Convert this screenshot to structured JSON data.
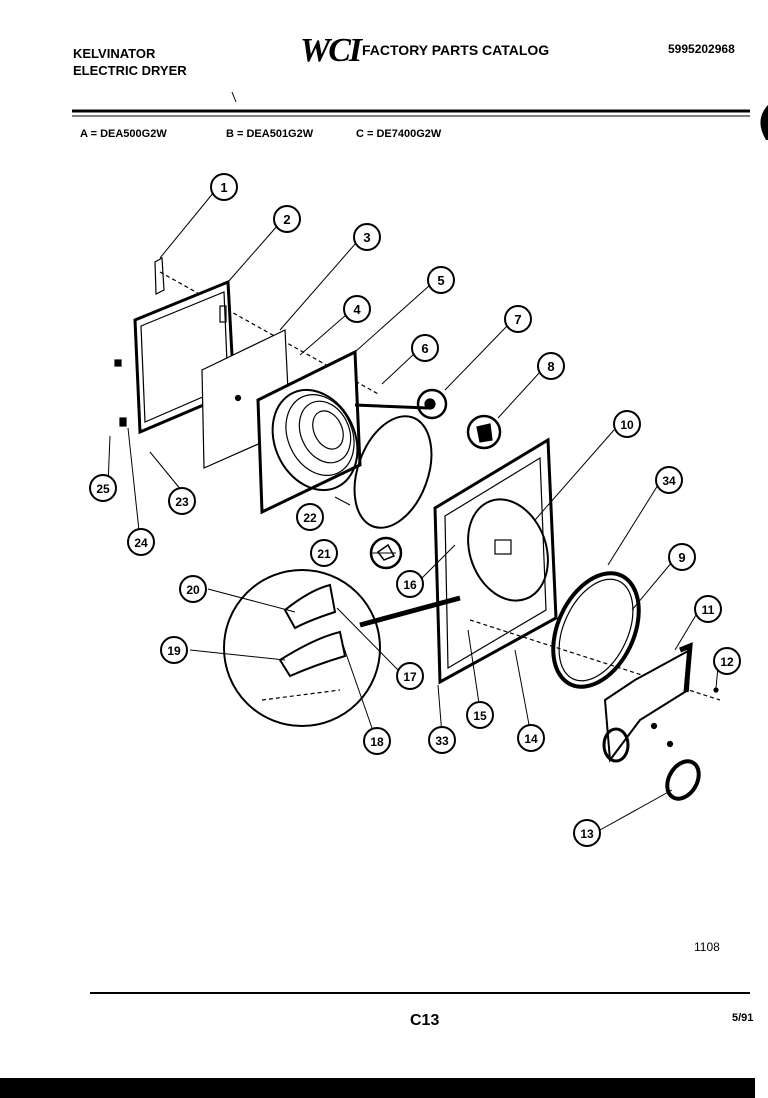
{
  "header": {
    "brand_line1": "KELVINATOR",
    "brand_line2": "ELECTRIC DRYER",
    "logo_text": "WCI",
    "catalog_title": "FACTORY PARTS CATALOG",
    "catalog_number": "5995202968"
  },
  "models": {
    "a": "A = DEA500G2W",
    "b": "B = DEA501G2W",
    "c": "C = DE7400G2W"
  },
  "callouts": [
    "1",
    "2",
    "3",
    "4",
    "5",
    "6",
    "7",
    "8",
    "9",
    "10",
    "11",
    "12",
    "13",
    "14",
    "15",
    "16",
    "17",
    "18",
    "19",
    "20",
    "21",
    "22",
    "23",
    "24",
    "25",
    "33",
    "34"
  ],
  "footer": {
    "drawing_number": "1108",
    "page_code": "C13",
    "date": "5/91"
  }
}
